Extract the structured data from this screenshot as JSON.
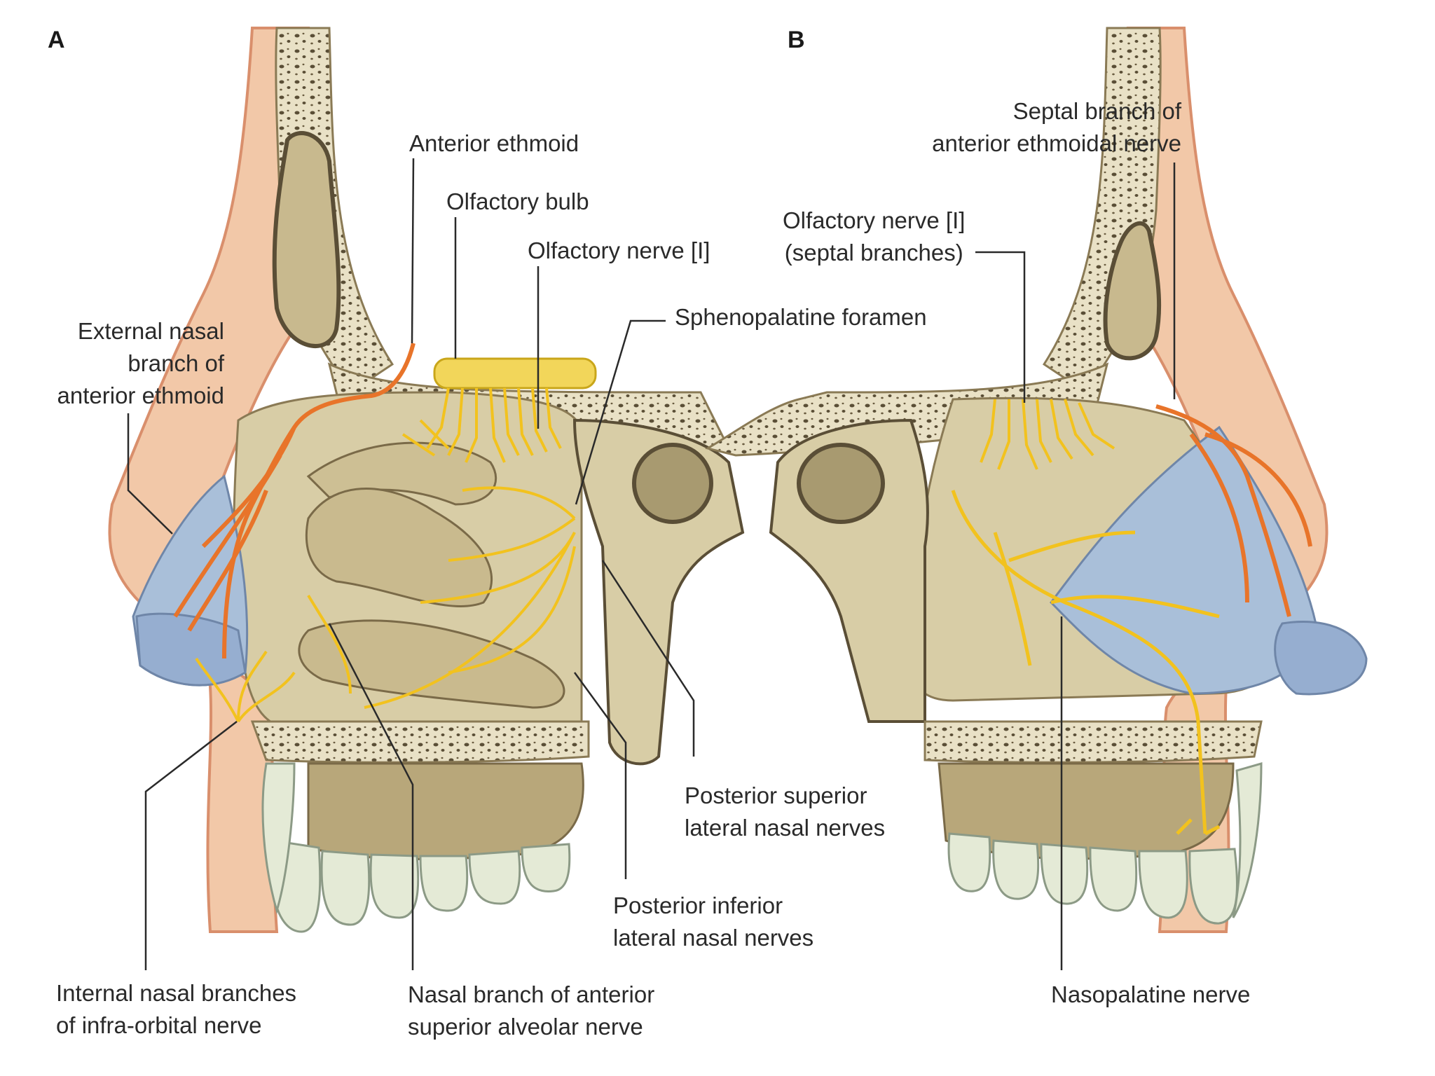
{
  "panels": {
    "a": "A",
    "b": "B"
  },
  "labels": {
    "anterior_ethmoid": "Anterior ethmoid",
    "olfactory_bulb": "Olfactory bulb",
    "olfactory_nerve": "Olfactory nerve [I]",
    "sphenopalatine_foramen": "Sphenopalatine foramen",
    "external_nasal": [
      "External nasal",
      "branch of",
      "anterior ethmoid"
    ],
    "posterior_superior": [
      "Posterior superior",
      "lateral nasal nerves"
    ],
    "posterior_inferior": [
      "Posterior inferior",
      "lateral nasal nerves"
    ],
    "internal_nasal": [
      "Internal nasal branches",
      "of infra-orbital nerve"
    ],
    "nasal_branch_asa": [
      "Nasal branch of anterior",
      "superior alveolar nerve"
    ],
    "septal_branch": [
      "Septal branch of",
      "anterior ethmoidal nerve"
    ],
    "olfactory_septal": [
      "Olfactory nerve [I]",
      "(septal branches)"
    ],
    "nasopalatine": "Nasopalatine nerve"
  },
  "colors": {
    "skin": "#f2c8a8",
    "skin_edge": "#d98f6c",
    "bone": "#d8cda6",
    "bone_dark": "#bfae82",
    "cancellous": "#e9e1c6",
    "cartilage": "#a9bfd9",
    "nerve": "#f2c21e",
    "artery_nerve": "#e8742a",
    "tooth": "#e4ead6",
    "cavity": "#8a7a55",
    "leader": "#2a2a2a"
  }
}
